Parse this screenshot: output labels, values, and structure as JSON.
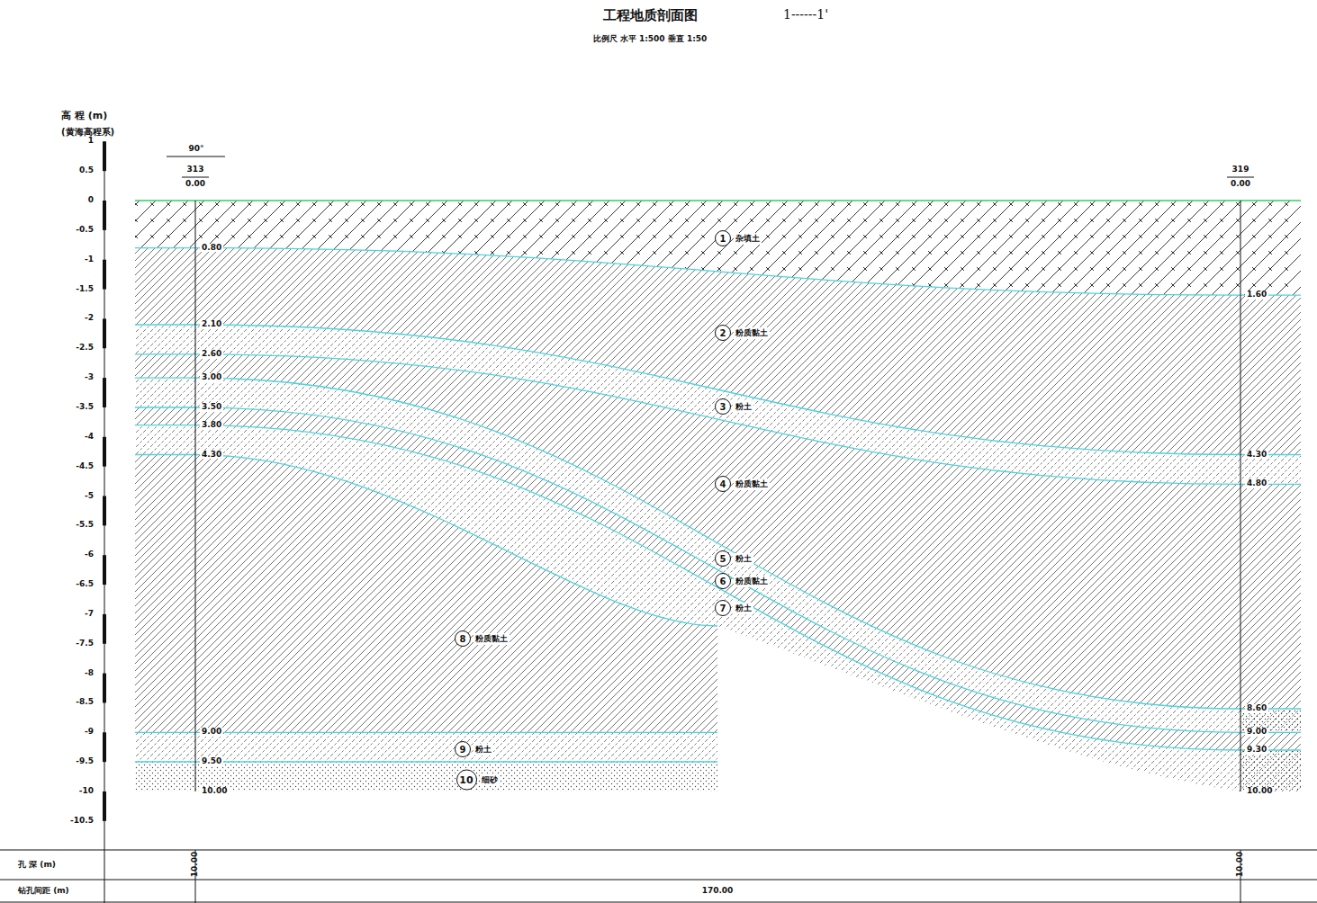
{
  "diagram": {
    "title": "工程地质剖面图",
    "nodes": [
      {
        "text": [
          "1",
          "杂填土"
        ]
      },
      {
        "text": [
          "2",
          "粉质黏土"
        ]
      },
      {
        "text": [
          "3",
          "粉土"
        ]
      },
      {
        "text": [
          "4",
          "粉质黏土"
        ]
      },
      {
        "text": [
          "5",
          "粉土"
        ]
      },
      {
        "text": [
          "6",
          "粉质黏土"
        ]
      },
      {
        "text": [
          "7",
          "粉土"
        ]
      },
      {
        "text": [
          "8",
          "粉质黏土"
        ]
      },
      {
        "text": [
          "9",
          "粉土"
        ]
      },
      {
        "text": [
          "10",
          "细砂"
        ]
      }
    ],
    "labels": [
      "1------1'",
      "比例尺 水平 1:500 垂直 1:50",
      "高 程 (m)",
      "(黄海高程系)",
      "1",
      "0.5",
      "0",
      "-0.5",
      "-1",
      "-1.5",
      "-2",
      "-2.5",
      "-3",
      "-3.5",
      "-4",
      "-4.5",
      "-5",
      "-5.5",
      "-6",
      "-6.5",
      "-7",
      "-7.5",
      "-8",
      "-8.5",
      "-9",
      "-9.5",
      "-10",
      "-10.5",
      "90°",
      "313",
      "0.00",
      "319",
      "0.00",
      "0.80",
      "2.10",
      "2.60",
      "3.00",
      "3.50",
      "3.80",
      "4.30",
      "9.00",
      "9.50",
      "10.00",
      "1.60",
      "4.30",
      "4.80",
      "8.60",
      "9.00",
      "9.30",
      "10.00",
      "孔 深 (m)",
      "10.00",
      "10.00",
      "钻孔间距 (m)",
      "170.00"
    ]
  }
}
